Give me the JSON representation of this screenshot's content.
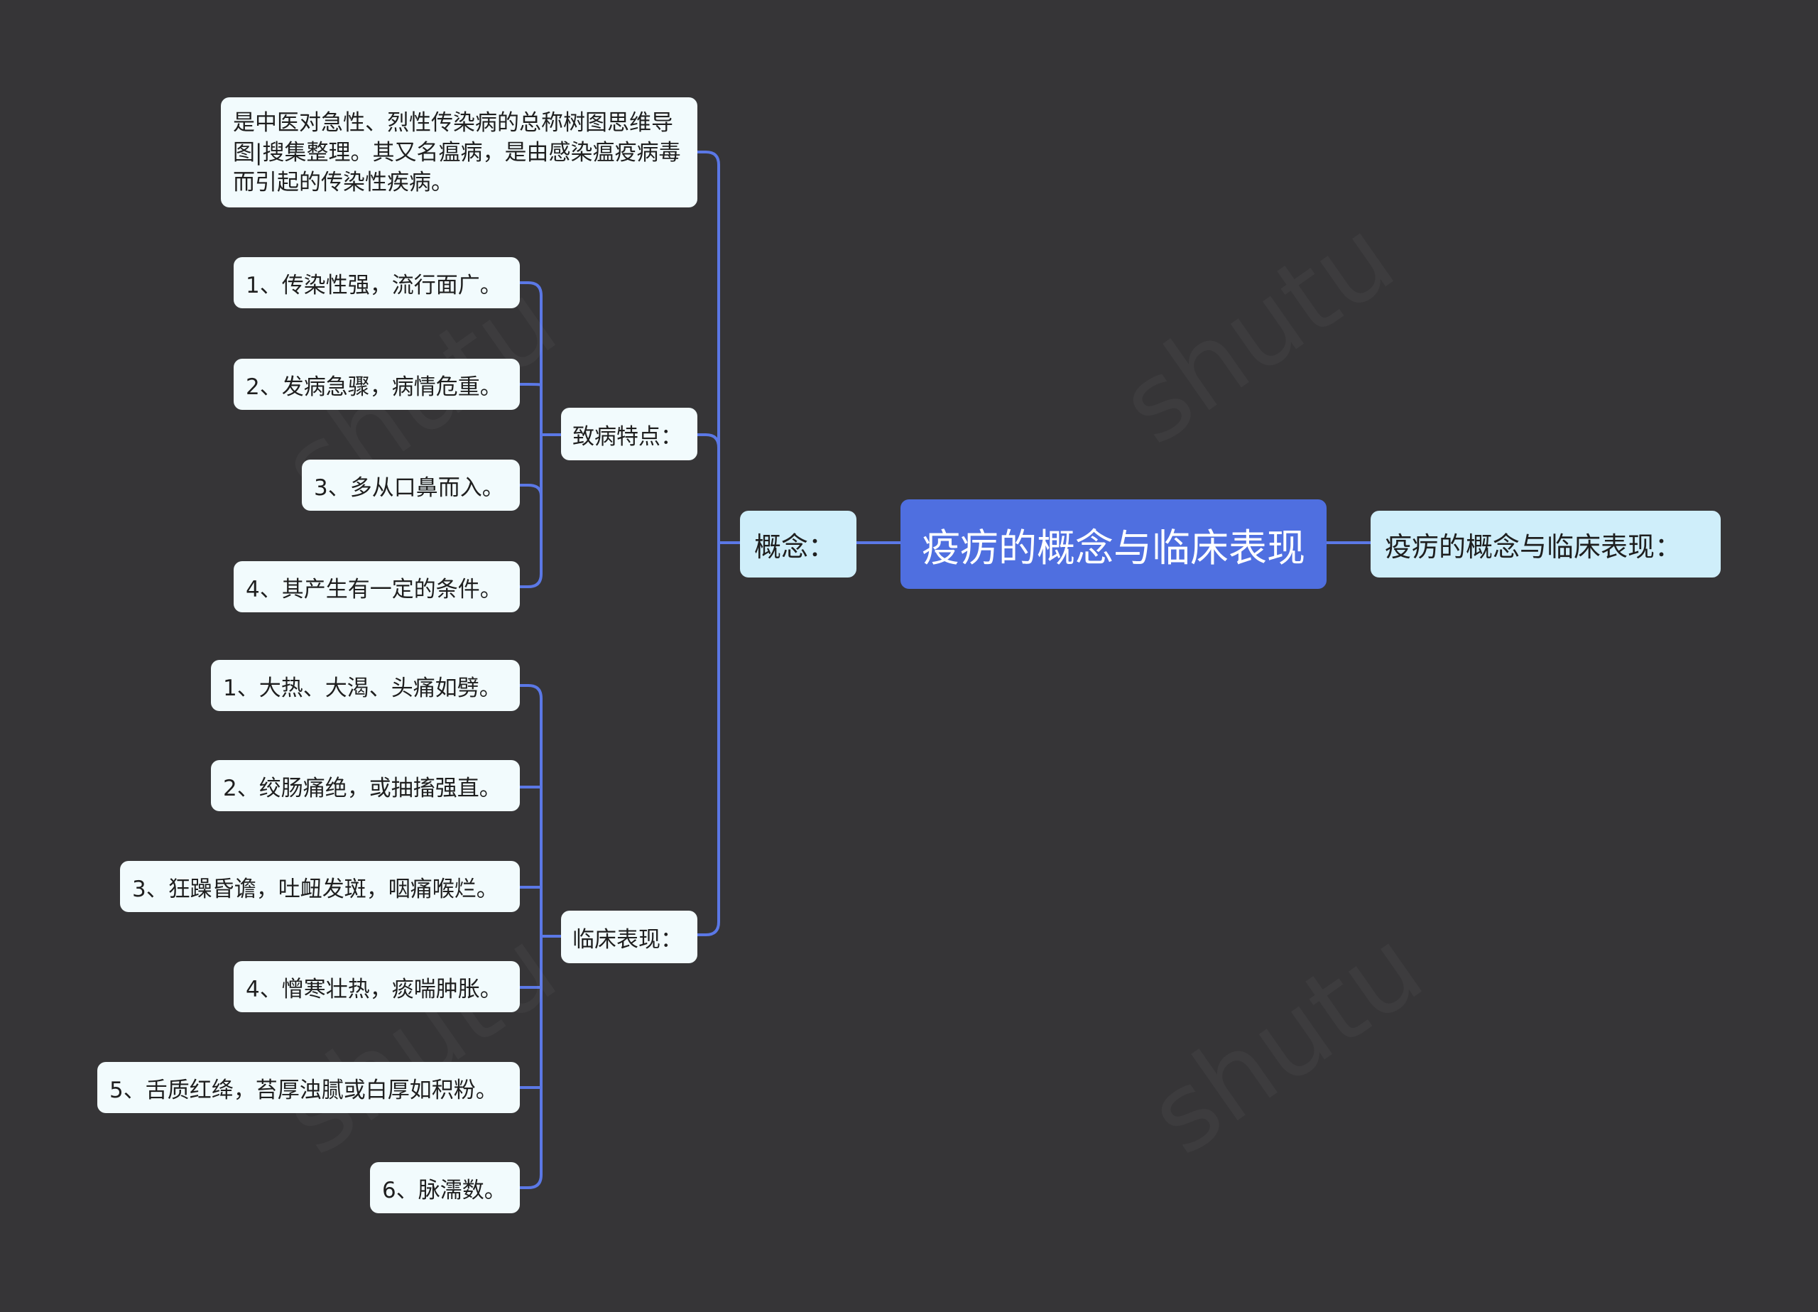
{
  "colors": {
    "background": "#363537",
    "line": "#5b78e6",
    "root": "#4f6fe0",
    "branch": "#cfeefa",
    "leaf": "#f2fbfd"
  },
  "root": {
    "label": "疫疠的概念与临床表现"
  },
  "right_branch": {
    "label": "疫疠的概念与临床表现："
  },
  "concept": {
    "label": "概念：",
    "definition": "是中医对急性、烈性传染病的总称树图思维导图|搜集整理。其又名瘟病，是由感染瘟疫病毒而引起的传染性疾病。",
    "features": {
      "label": "致病特点：",
      "items": [
        "1、传染性强，流行面广。",
        "2、发病急骤，病情危重。",
        "3、多从口鼻而入。",
        "4、其产生有一定的条件。"
      ]
    },
    "clinical": {
      "label": "临床表现：",
      "items": [
        "1、大热、大渴、头痛如劈。",
        "2、绞肠痛绝，或抽搐强直。",
        "3、狂躁昏谵，吐衄发斑，咽痛喉烂。",
        "4、憎寒壮热，痰喘肿胀。",
        "5、舌质红绛，苔厚浊腻或白厚如积粉。",
        "6、脉濡数。"
      ]
    }
  }
}
